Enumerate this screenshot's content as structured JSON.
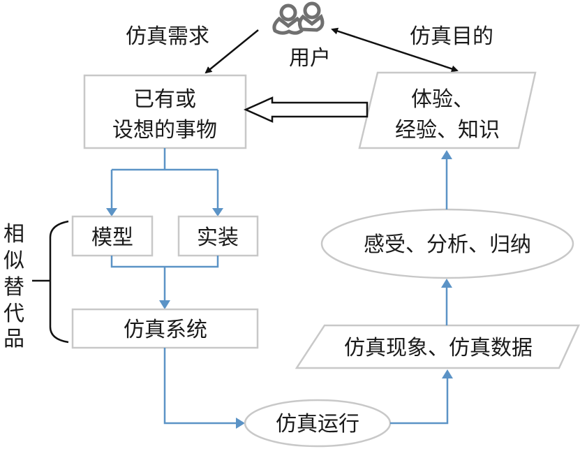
{
  "user": {
    "label": "用户",
    "icon": "users-icon"
  },
  "edge_labels": {
    "requirement": "仿真需求",
    "purpose": "仿真目的"
  },
  "nodes": {
    "thing": {
      "line1": "已有或",
      "line2": "设想的事物"
    },
    "experience": {
      "line1": "体验、",
      "line2": "经验、知识"
    },
    "model": {
      "label": "模型"
    },
    "equipment": {
      "label": "实装"
    },
    "sim_system": {
      "label": "仿真系统"
    },
    "sim_run": {
      "label": "仿真运行"
    },
    "sim_data": {
      "label": "仿真现象、仿真数据"
    },
    "analysis": {
      "label": "感受、分析、归纳"
    }
  },
  "brace_label": [
    "相",
    "似",
    "替",
    "代",
    "品"
  ],
  "colors": {
    "flow": "#5b93c6",
    "box_border": "#c8c8c8",
    "user_icon": "#707070",
    "text": "#1a1a1a"
  }
}
